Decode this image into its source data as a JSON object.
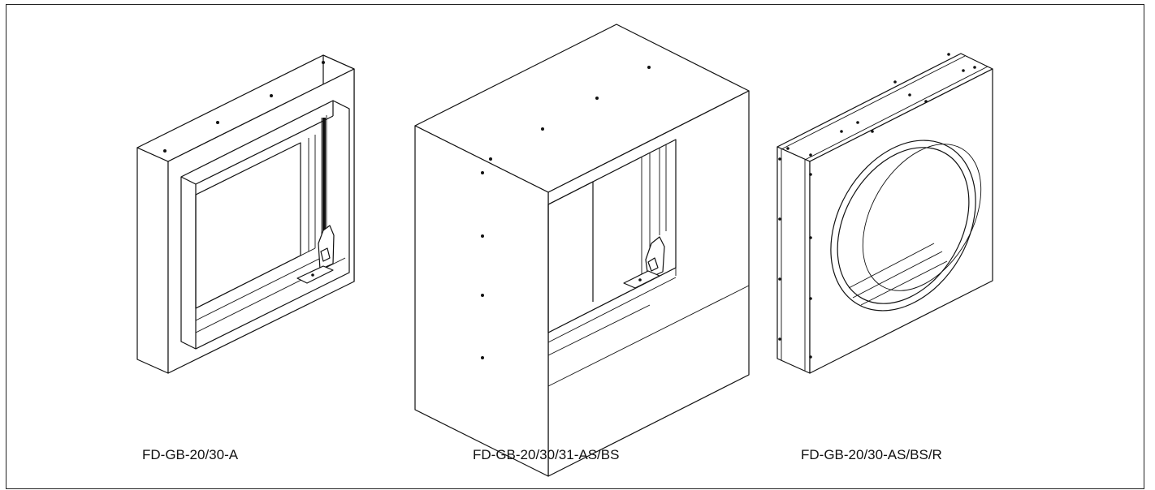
{
  "labels": {
    "left": "FD-GB-20/30-A",
    "center": "FD-GB-20/30/31-AS/BS",
    "right": "FD-GB-20/30-AS/BS/R"
  },
  "colors": {
    "line": "#111111",
    "background": "#ffffff"
  }
}
